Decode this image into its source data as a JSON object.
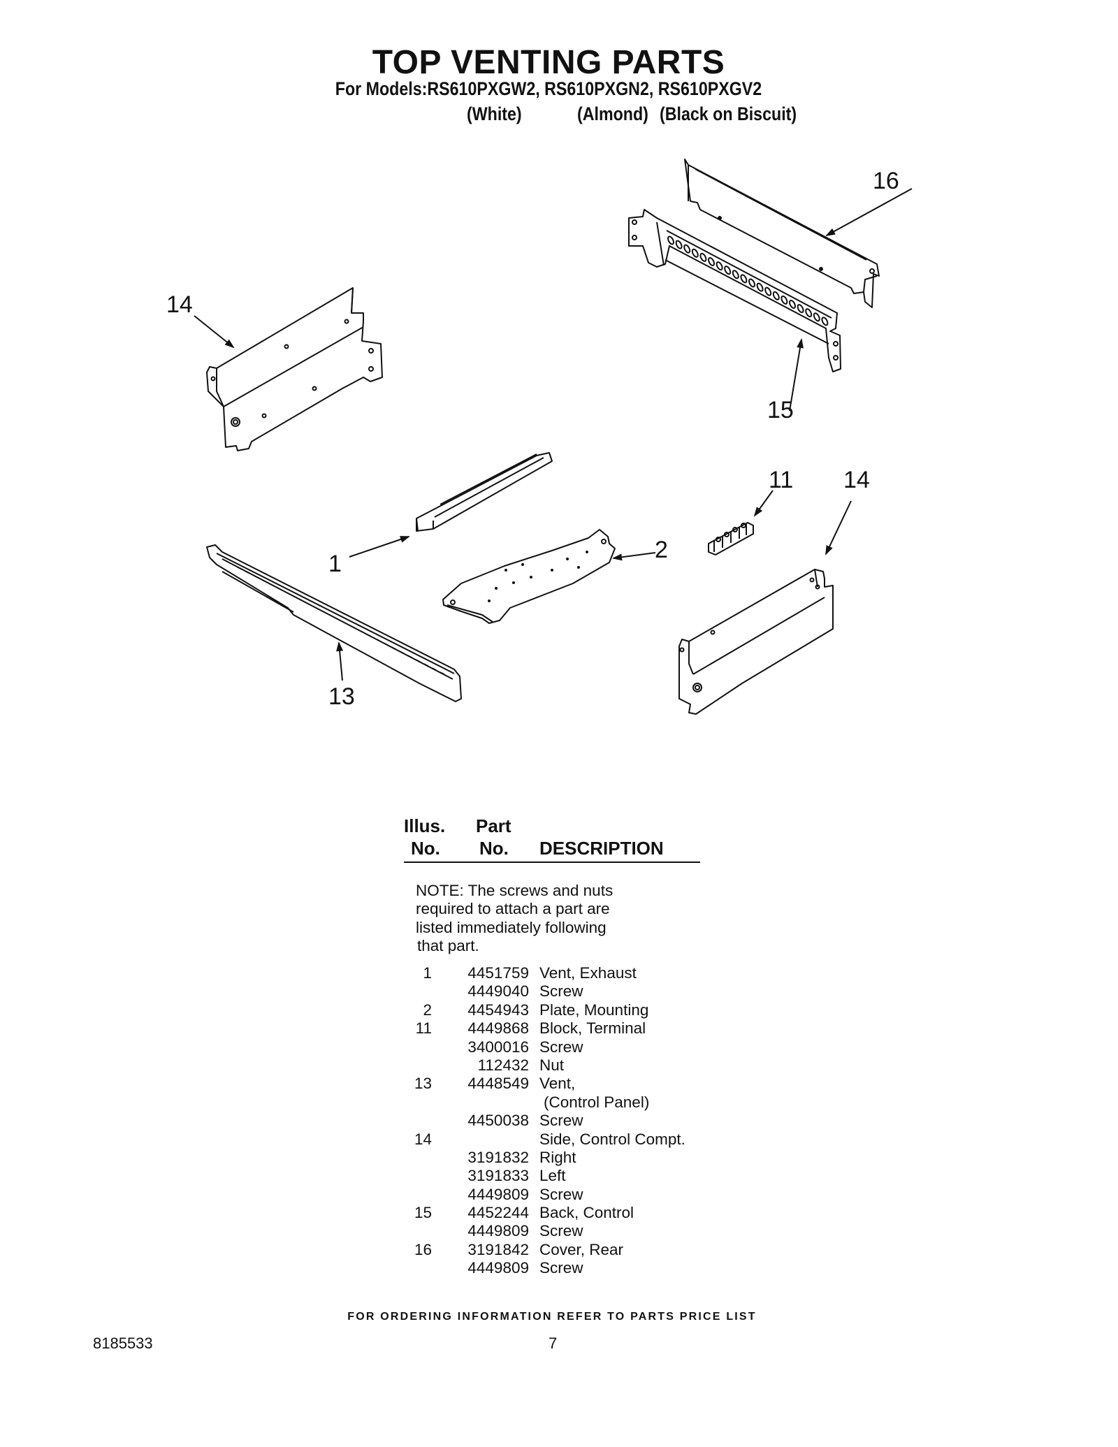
{
  "header": {
    "title": "TOP VENTING PARTS",
    "models_line": "For Models:RS610PXGW2, RS610PXGN2, RS610PXGV2",
    "variants": [
      "(White)",
      "(Almond)",
      "(Black on Biscuit)"
    ]
  },
  "diagram": {
    "callouts": [
      "16",
      "14",
      "15",
      "11",
      "14",
      "1",
      "2",
      "13"
    ]
  },
  "parts_table": {
    "headers": {
      "illus_1": "Illus.",
      "illus_2": "No.",
      "part_1": "Part",
      "part_2": "No.",
      "description": "DESCRIPTION"
    },
    "note": [
      "NOTE: The screws and nuts",
      "required to attach a part are",
      "listed immediately following",
      "that part."
    ],
    "rows": [
      {
        "illus": "1",
        "part": "4451759",
        "desc": "Vent, Exhaust"
      },
      {
        "illus": "",
        "part": "4449040",
        "desc": "Screw"
      },
      {
        "illus": "2",
        "part": "4454943",
        "desc": "Plate, Mounting"
      },
      {
        "illus": "11",
        "part": "4449868",
        "desc": "Block, Terminal"
      },
      {
        "illus": "",
        "part": "3400016",
        "desc": "Screw"
      },
      {
        "illus": "",
        "part": "112432",
        "desc": "Nut"
      },
      {
        "illus": "13",
        "part": "4448549",
        "desc": "Vent,"
      },
      {
        "illus": "",
        "part": "",
        "desc": "(Control Panel)"
      },
      {
        "illus": "",
        "part": "4450038",
        "desc": "Screw"
      },
      {
        "illus": "14",
        "part": "",
        "desc": "Side, Control Compt."
      },
      {
        "illus": "",
        "part": "3191832",
        "desc": "Right"
      },
      {
        "illus": "",
        "part": "3191833",
        "desc": "Left"
      },
      {
        "illus": "",
        "part": "4449809",
        "desc": "Screw"
      },
      {
        "illus": "15",
        "part": "4452244",
        "desc": "Back, Control"
      },
      {
        "illus": "",
        "part": "4449809",
        "desc": "Screw"
      },
      {
        "illus": "16",
        "part": "3191842",
        "desc": "Cover, Rear"
      },
      {
        "illus": "",
        "part": "4449809",
        "desc": "Screw"
      }
    ]
  },
  "footer": {
    "ordering_note": "FOR ORDERING INFORMATION REFER TO PARTS PRICE LIST",
    "doc_number": "8185533",
    "page_number": "7"
  }
}
